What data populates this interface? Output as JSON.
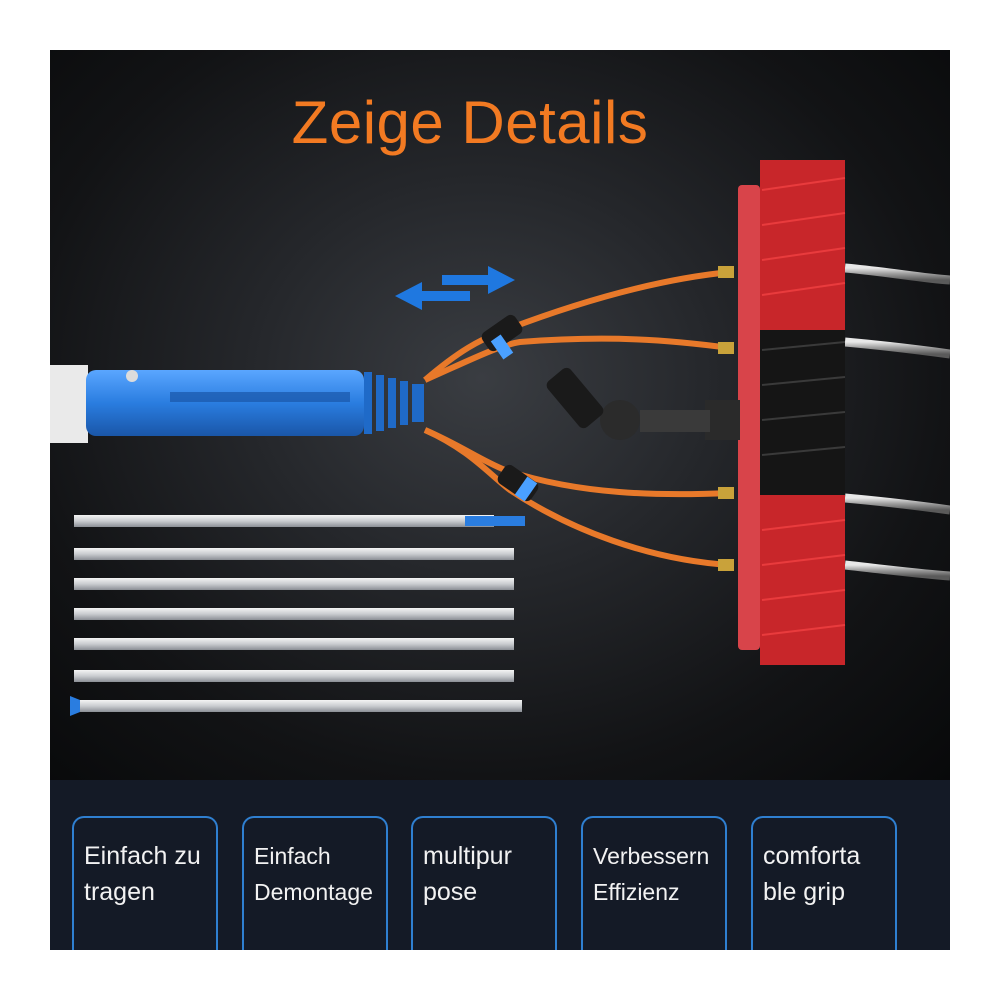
{
  "title": "Zeige Details",
  "features": [
    {
      "label": "Einfach zu tragen",
      "icon": "feature-card"
    },
    {
      "label": "Einfach Demontage",
      "icon": "feature-card"
    },
    {
      "label": "multipur pose",
      "icon": "feature-card"
    },
    {
      "label": "Verbessern Effizienz",
      "icon": "feature-card"
    },
    {
      "label": "comforta ble grip",
      "icon": "feature-card"
    }
  ],
  "colors": {
    "title": "#f27a22",
    "accent_blue": "#2f7fd0",
    "brush_red": "#d22a2a",
    "hose_orange": "#e8792a"
  },
  "icons": {
    "arrows": "bidirectional-arrows-icon"
  }
}
